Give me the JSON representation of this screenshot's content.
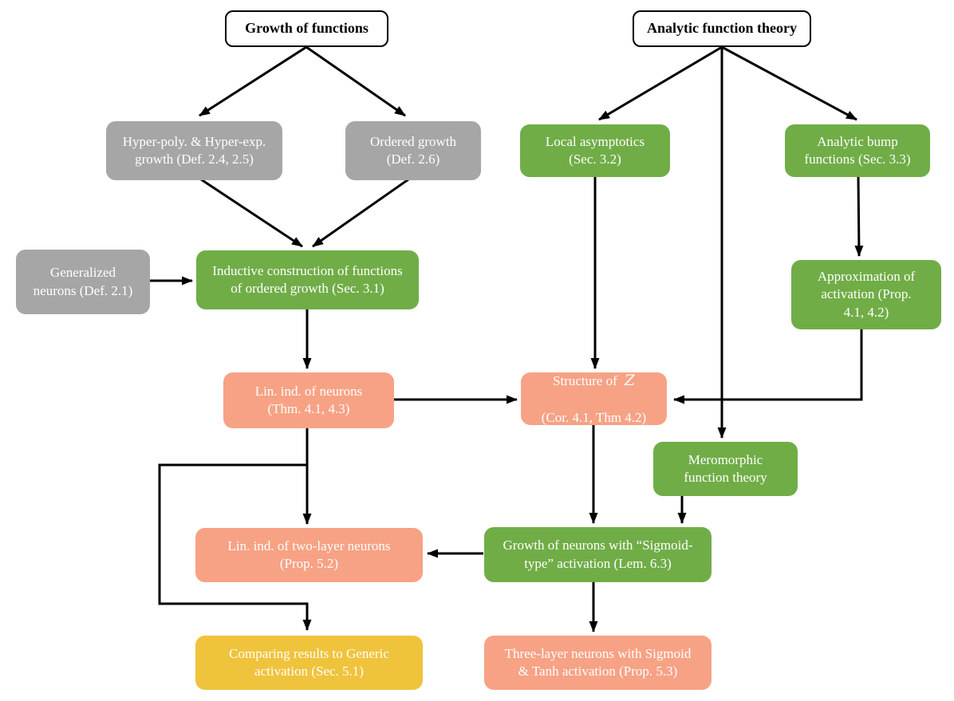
{
  "diagram": {
    "colors": {
      "gray": "#a6a6a6",
      "green": "#70ad47",
      "salmon": "#f7a285",
      "yellow": "#f0c33c",
      "arrow": "#000000",
      "title_bg": "#ffffff",
      "node_text": "#ffffff"
    },
    "titles": {
      "growth": "Growth of functions",
      "analytic": "Analytic function theory"
    },
    "nodes": {
      "hyper": {
        "label": [
          "Hyper-poly. & Hyper-exp.",
          "growth (Def. 2.4, 2.5)"
        ]
      },
      "ordered": {
        "label": [
          "Ordered growth",
          "(Def. 2.6)"
        ]
      },
      "local_asymptotics": {
        "label": [
          "Local asymptotics",
          "(Sec. 3.2)"
        ]
      },
      "analytic_bump": {
        "label": [
          "Analytic bump",
          "functions (Sec. 3.3)"
        ]
      },
      "generalized_neurons": {
        "label": [
          "Generalized",
          "neurons (Def. 2.1)"
        ]
      },
      "inductive_construction": {
        "label": [
          "Inductive construction of functions",
          "of ordered growth (Sec. 3.1)"
        ]
      },
      "approximation": {
        "label": [
          "Approximation of",
          "activation (Prop.",
          "4.1, 4.2)"
        ]
      },
      "lin_ind_neurons": {
        "label": [
          "Lin. ind. of neurons",
          "(Thm. 4.1, 4.3)"
        ]
      },
      "structure_of_z": {
        "prefix": "Structure of",
        "z": "Z",
        "line2": "(Cor. 4.1, Thm 4.2)"
      },
      "meromorphic": {
        "label": [
          "Meromorphic",
          "function theory"
        ]
      },
      "lin_ind_two_layer": {
        "label": [
          "Lin. ind. of two-layer neurons",
          "(Prop. 5.2)"
        ]
      },
      "growth_sigmoid": {
        "label": [
          "Growth of neurons with “Sigmoid-",
          "type” activation (Lem. 6.3)"
        ]
      },
      "comparing_generic": {
        "label": [
          "Comparing results to Generic",
          "activation (Sec. 5.1)"
        ]
      },
      "three_layer": {
        "label": [
          "Three-layer neurons with Sigmoid",
          "& Tanh activation (Prop. 5.3)"
        ]
      }
    }
  }
}
